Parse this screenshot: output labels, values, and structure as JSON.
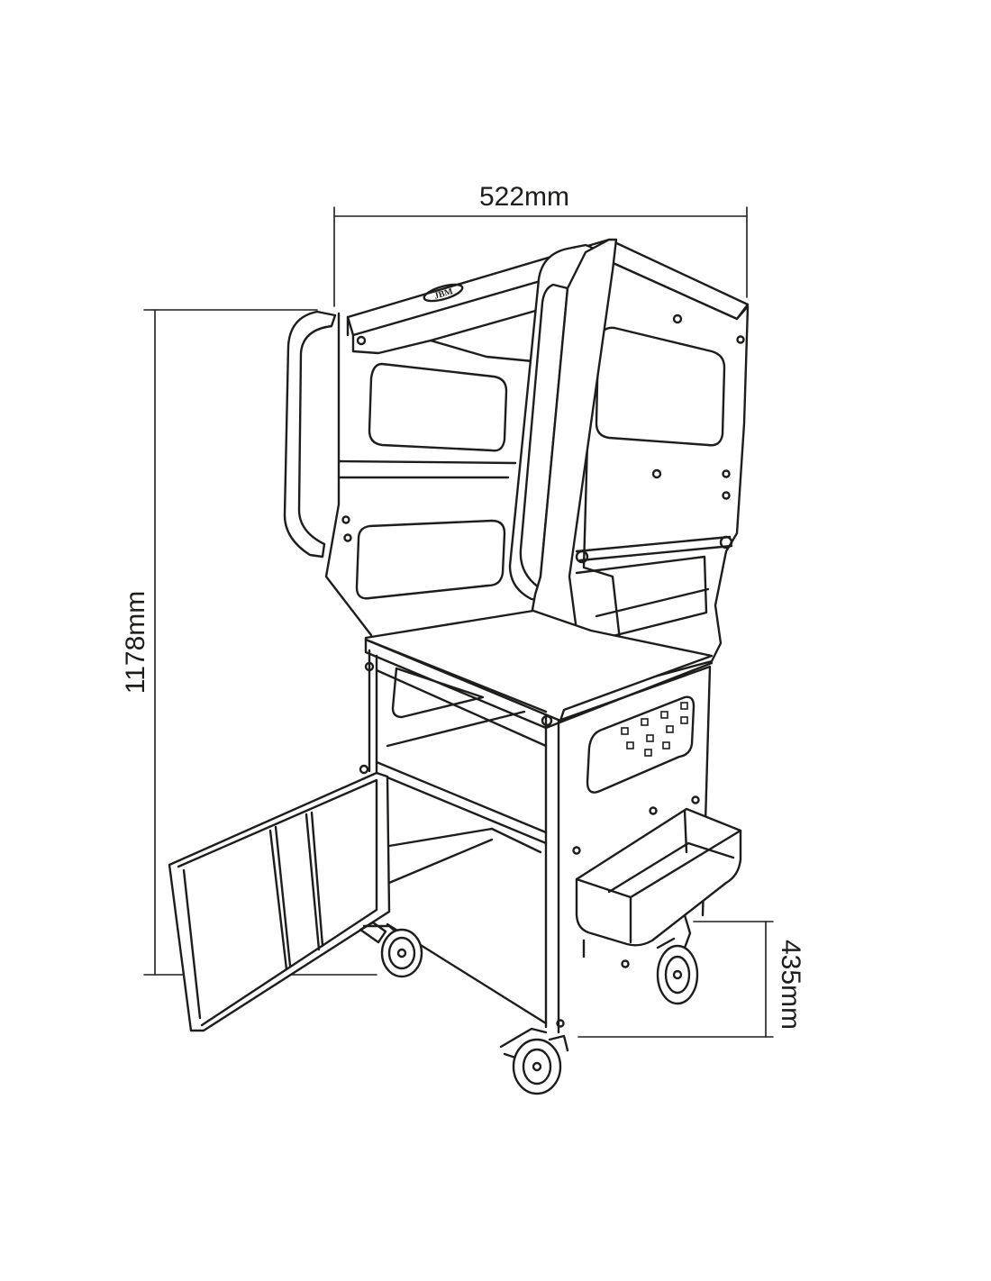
{
  "dimensions": {
    "width": "522mm",
    "height": "1178mm",
    "base_height": "435mm"
  },
  "logo": {
    "text": "JBM"
  },
  "colors": {
    "line": "#1d1d1b",
    "background": "#ffffff"
  }
}
